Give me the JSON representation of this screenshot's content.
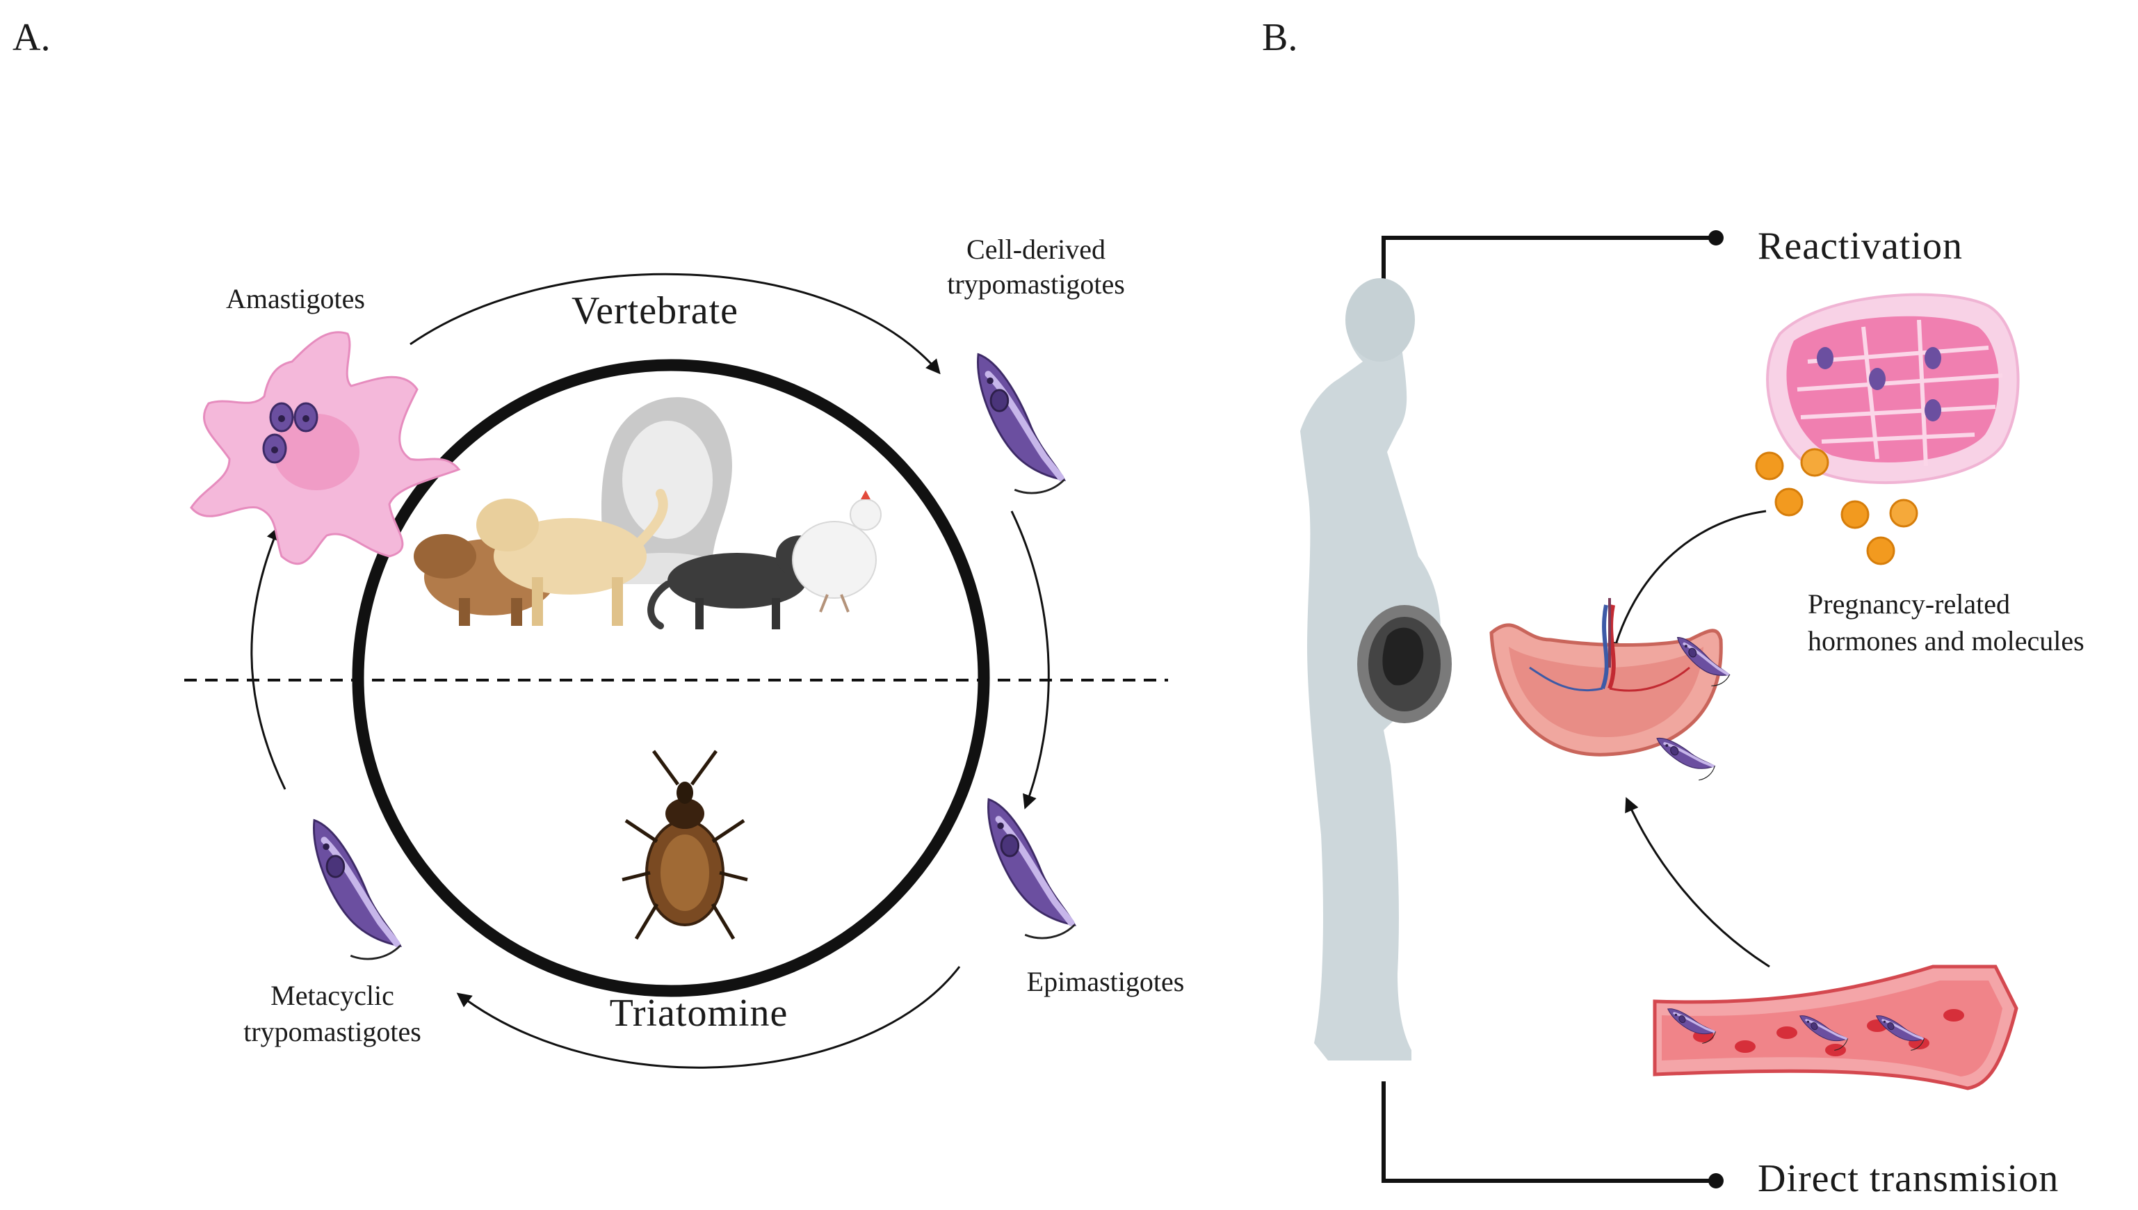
{
  "panels": {
    "a": {
      "label": "A.",
      "vertebrate_label": "Vertebrate",
      "triatomine_label": "Triatomine",
      "stages": {
        "amastigotes": "Amastigotes",
        "cell_derived_line1": "Cell-derived",
        "cell_derived_line2": "trypomastigotes",
        "epimastigotes": "Epimastigotes",
        "metacyclic_line1": "Metacyclic",
        "metacyclic_line2": "trypomastigotes"
      }
    },
    "b": {
      "label": "B.",
      "reactivation_label": "Reactivation",
      "hormones_line1": "Pregnancy-related",
      "hormones_line2": "hormones and molecules",
      "direct_label": "Direct transmision"
    }
  },
  "colors": {
    "parasite": "#6b4fa0",
    "parasite_light": "#b9a6e0",
    "cell_pink": "#f4b8da",
    "nucleus_pink": "#f09cc6",
    "muscle_pink": "#f07fb0",
    "hormone_orange": "#f29a1f",
    "placenta": "#e88d86",
    "vessel_red": "#e8474f",
    "silhouette": "#cdd7db",
    "ring": "#111111"
  }
}
